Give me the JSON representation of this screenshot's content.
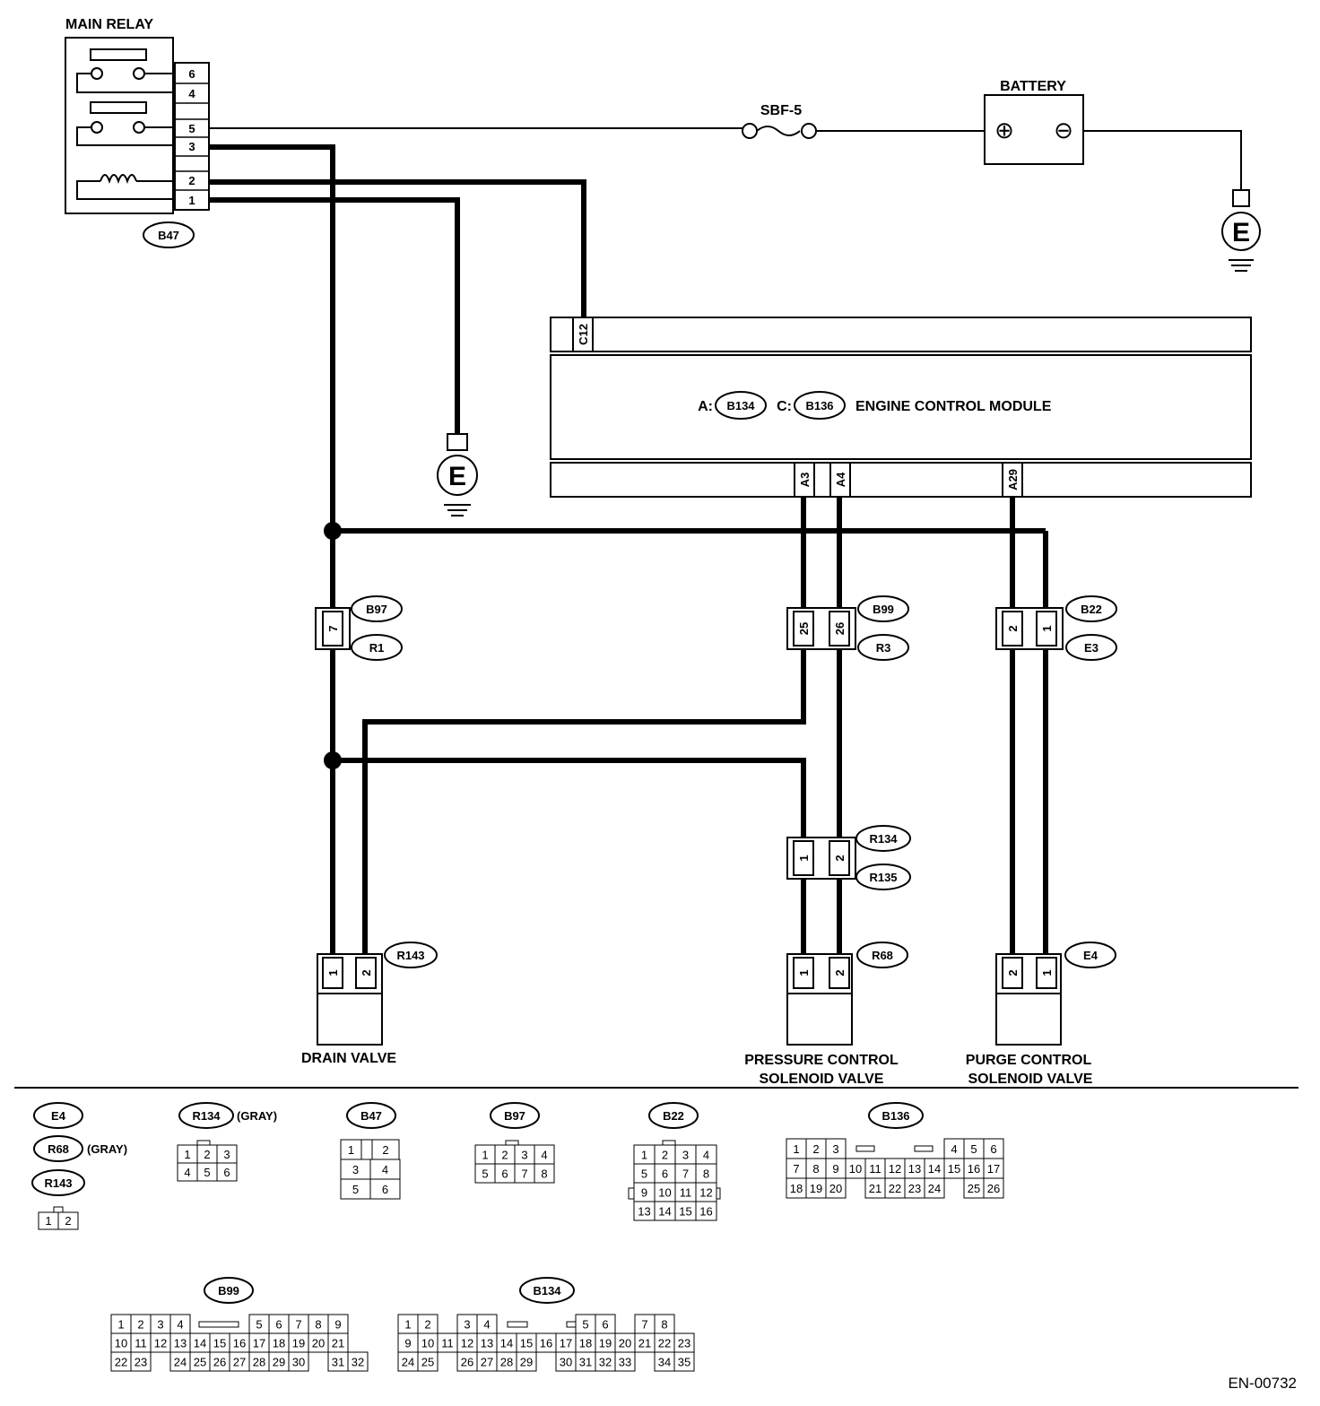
{
  "diagram": {
    "main_relay": {
      "title": "MAIN RELAY",
      "connector": "B47",
      "pins": [
        "6",
        "4",
        "5",
        "3",
        "2",
        "1"
      ]
    },
    "fuse": "SBF-5",
    "battery": {
      "title": "BATTERY",
      "plus": "⊕",
      "minus": "⊖"
    },
    "ground_symbol": "E",
    "ecm": {
      "title": "ENGINE CONTROL MODULE",
      "prefix_a": "A:",
      "connector_a": "B134",
      "prefix_c": "C:",
      "connector_c": "B136",
      "pins": {
        "c12": "C12",
        "a3": "A3",
        "a4": "A4",
        "a29": "A29"
      }
    },
    "joints": {
      "b97": {
        "top": "B97",
        "bottom": "R1",
        "pin": "7"
      },
      "b99": {
        "top": "B99",
        "bottom": "R3",
        "pin_left": "25",
        "pin_right": "26"
      },
      "b22": {
        "top": "B22",
        "bottom": "E3",
        "pin_left": "2",
        "pin_right": "1"
      },
      "r134": {
        "top": "R134",
        "bottom": "R135",
        "pin_left": "1",
        "pin_right": "2"
      }
    },
    "components": {
      "drain": {
        "connector": "R143",
        "label": "DRAIN VALVE",
        "pin_left": "1",
        "pin_right": "2"
      },
      "pressure": {
        "connector": "R68",
        "label_line1": "PRESSURE CONTROL",
        "label_line2": "SOLENOID VALVE",
        "pin_left": "1",
        "pin_right": "2"
      },
      "purge": {
        "connector": "E4",
        "label_line1": "PURGE CONTROL",
        "label_line2": "SOLENOID VALVE",
        "pin_left": "2",
        "pin_right": "1"
      }
    }
  },
  "legend": {
    "e4": "E4",
    "r68": "R68",
    "r68_note": "(GRAY)",
    "r143": "R143",
    "r143_cells": [
      "1",
      "2"
    ],
    "r134": "R134",
    "r134_note": "(GRAY)",
    "r134_rows": [
      [
        "1",
        "2",
        "3"
      ],
      [
        "4",
        "5",
        "6"
      ]
    ],
    "b47": "B47",
    "b47_rows": [
      [
        "1",
        "",
        "2"
      ],
      [
        "3",
        "4"
      ],
      [
        "5",
        "6"
      ]
    ],
    "b97": "B97",
    "b97_rows": [
      [
        "1",
        "2",
        "3",
        "4"
      ],
      [
        "5",
        "6",
        "7",
        "8"
      ]
    ],
    "b22": "B22",
    "b22_rows": [
      [
        "1",
        "2",
        "3",
        "4"
      ],
      [
        "5",
        "6",
        "7",
        "8"
      ],
      [
        "9",
        "10",
        "11",
        "12"
      ],
      [
        "13",
        "14",
        "15",
        "16"
      ]
    ],
    "b136": "B136",
    "b136_rows": [
      [
        "1",
        "2",
        "3",
        "",
        "",
        "",
        "",
        "",
        "4",
        "5",
        "6"
      ],
      [
        "7",
        "8",
        "9",
        "10",
        "11",
        "12",
        "13",
        "14",
        "15",
        "16",
        "17"
      ],
      [
        "18",
        "19",
        "20",
        "",
        "21",
        "22",
        "23",
        "24",
        "",
        "25",
        "26"
      ]
    ],
    "b99": "B99",
    "b99_rows": [
      [
        "1",
        "2",
        "3",
        "4",
        "",
        "",
        "",
        "5",
        "6",
        "7",
        "8",
        "9"
      ],
      [
        "10",
        "11",
        "12",
        "13",
        "14",
        "15",
        "16",
        "17",
        "18",
        "19",
        "20",
        "21"
      ],
      [
        "22",
        "23",
        "",
        "24",
        "25",
        "26",
        "27",
        "28",
        "29",
        "30",
        "",
        "31",
        "32"
      ]
    ],
    "b134": "B134",
    "b134_rows": [
      [
        "1",
        "2",
        "",
        "3",
        "4",
        "",
        "",
        "",
        "",
        "5",
        "6",
        "",
        "7",
        "8"
      ],
      [
        "9",
        "10",
        "11",
        "12",
        "13",
        "14",
        "15",
        "16",
        "17",
        "18",
        "19",
        "20",
        "21",
        "22",
        "23"
      ],
      [
        "24",
        "25",
        "",
        "26",
        "27",
        "28",
        "29",
        "",
        "30",
        "31",
        "32",
        "33",
        "",
        "34",
        "35"
      ]
    ]
  },
  "footer": {
    "code": "EN-00732"
  }
}
